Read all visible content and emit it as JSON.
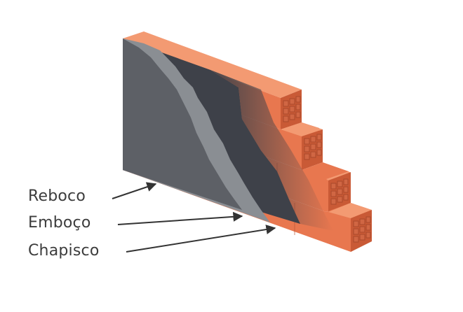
{
  "diagram": {
    "labels": {
      "reboco": "Reboco",
      "emboco": "Emboço",
      "chapisco": "Chapisco"
    },
    "colors": {
      "brick_face": "#e8774f",
      "brick_top": "#f39a72",
      "brick_side": "#c95a36",
      "brick_hole": "#d06643",
      "chapisco": "#3e4149",
      "emboco": "#8a8e93",
      "reboco": "#5d6066",
      "label": "#3c3c3c",
      "arrow": "#333333"
    }
  }
}
